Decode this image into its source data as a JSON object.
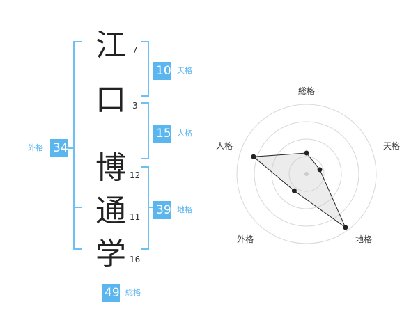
{
  "characters": [
    {
      "char": "江",
      "strokes": "7"
    },
    {
      "char": "口",
      "strokes": "3"
    },
    {
      "char": "博",
      "strokes": "12"
    },
    {
      "char": "通",
      "strokes": "11"
    },
    {
      "char": "学",
      "strokes": "16"
    }
  ],
  "scores": {
    "tenkaku": {
      "label": "天格",
      "value": "10"
    },
    "jinkaku": {
      "label": "人格",
      "value": "15"
    },
    "chikaku": {
      "label": "地格",
      "value": "39"
    },
    "gaikaku": {
      "label": "外格",
      "value": "34"
    },
    "soukaku": {
      "label": "総格",
      "value": "49"
    }
  },
  "radar": {
    "axes": [
      "総格",
      "天格",
      "地格",
      "外格",
      "人格"
    ],
    "levels": 4,
    "values": [
      0.3,
      0.2,
      0.95,
      0.3,
      0.8
    ]
  }
}
